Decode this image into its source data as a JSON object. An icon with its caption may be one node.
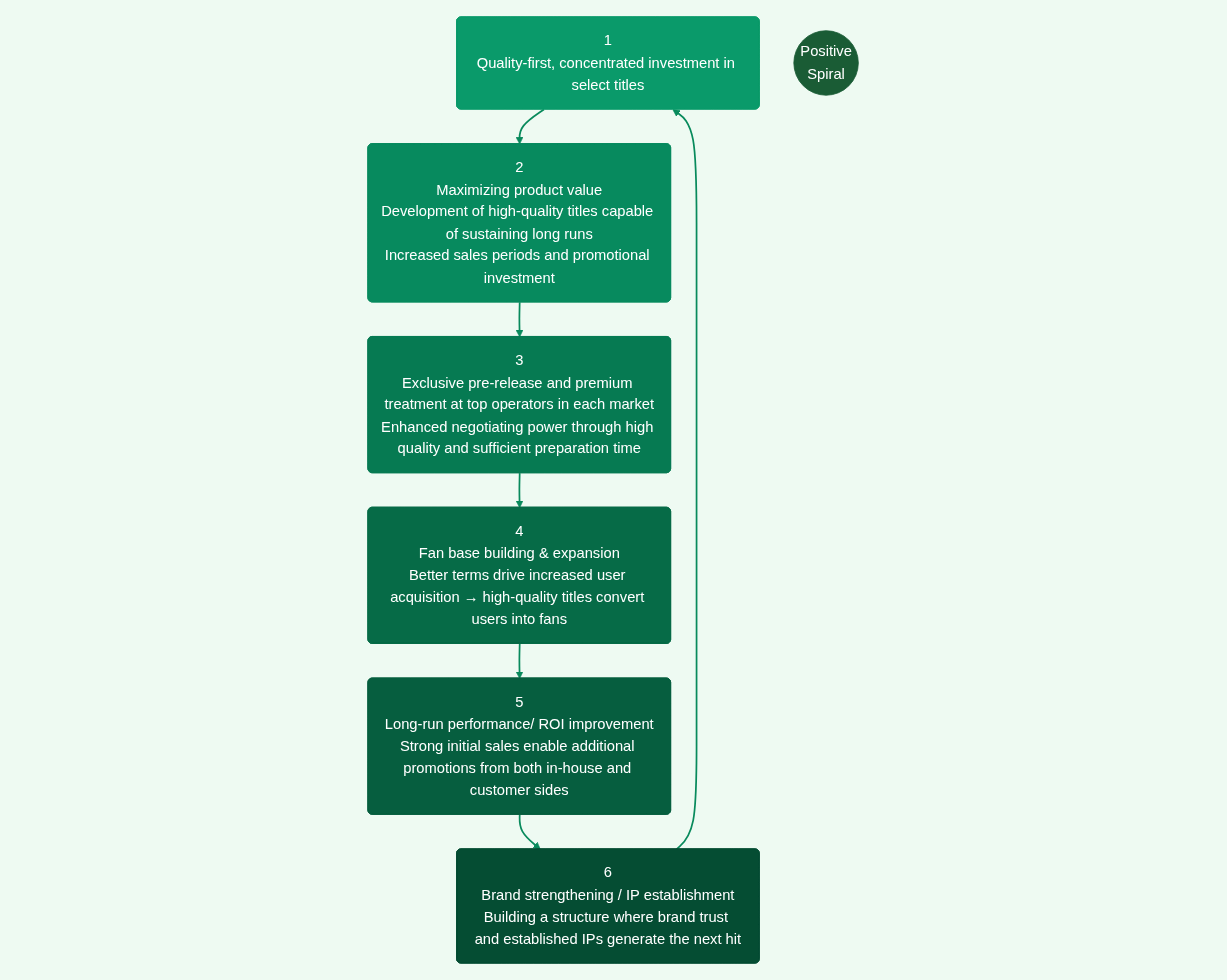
{
  "diagram": {
    "nodes": [
      {
        "text": [
          "1",
          "Quality-first, concentrated investment in select titles"
        ]
      },
      {
        "text": [
          "2",
          "Maximizing product value",
          "Development of high-quality titles capable of sustaining long runs",
          "Increased sales periods and promotional investment"
        ]
      },
      {
        "text": [
          "3",
          "Exclusive pre-release and premium treatment at top operators in each market",
          "Enhanced negotiating power through high quality and sufficient preparation time"
        ]
      },
      {
        "text": [
          "4",
          "Fan base building & expansion",
          "Better terms drive increased user acquisition → high-quality titles convert users into fans"
        ]
      },
      {
        "text": [
          "5",
          "Long-run performance/ ROI improvement",
          "Strong initial sales enable additional promotions from both in-house and customer sides"
        ]
      },
      {
        "text": [
          "6",
          "Brand strengthening / IP establishment",
          "Building a structure where brand trust and established IPs generate the next hit"
        ]
      },
      {
        "text": [
          "Positive",
          "Spiral"
        ]
      }
    ],
    "edges": [
      {
        "from": 0,
        "to": 1,
        "arrow": "to"
      },
      {
        "from": 1,
        "to": 2,
        "arrow": "to"
      },
      {
        "from": 2,
        "to": 3,
        "arrow": "to"
      },
      {
        "from": 3,
        "to": 4,
        "arrow": "to"
      },
      {
        "from": 4,
        "to": 5,
        "arrow": "to"
      },
      {
        "from": 5,
        "to": 0,
        "arrow": "to"
      }
    ]
  }
}
